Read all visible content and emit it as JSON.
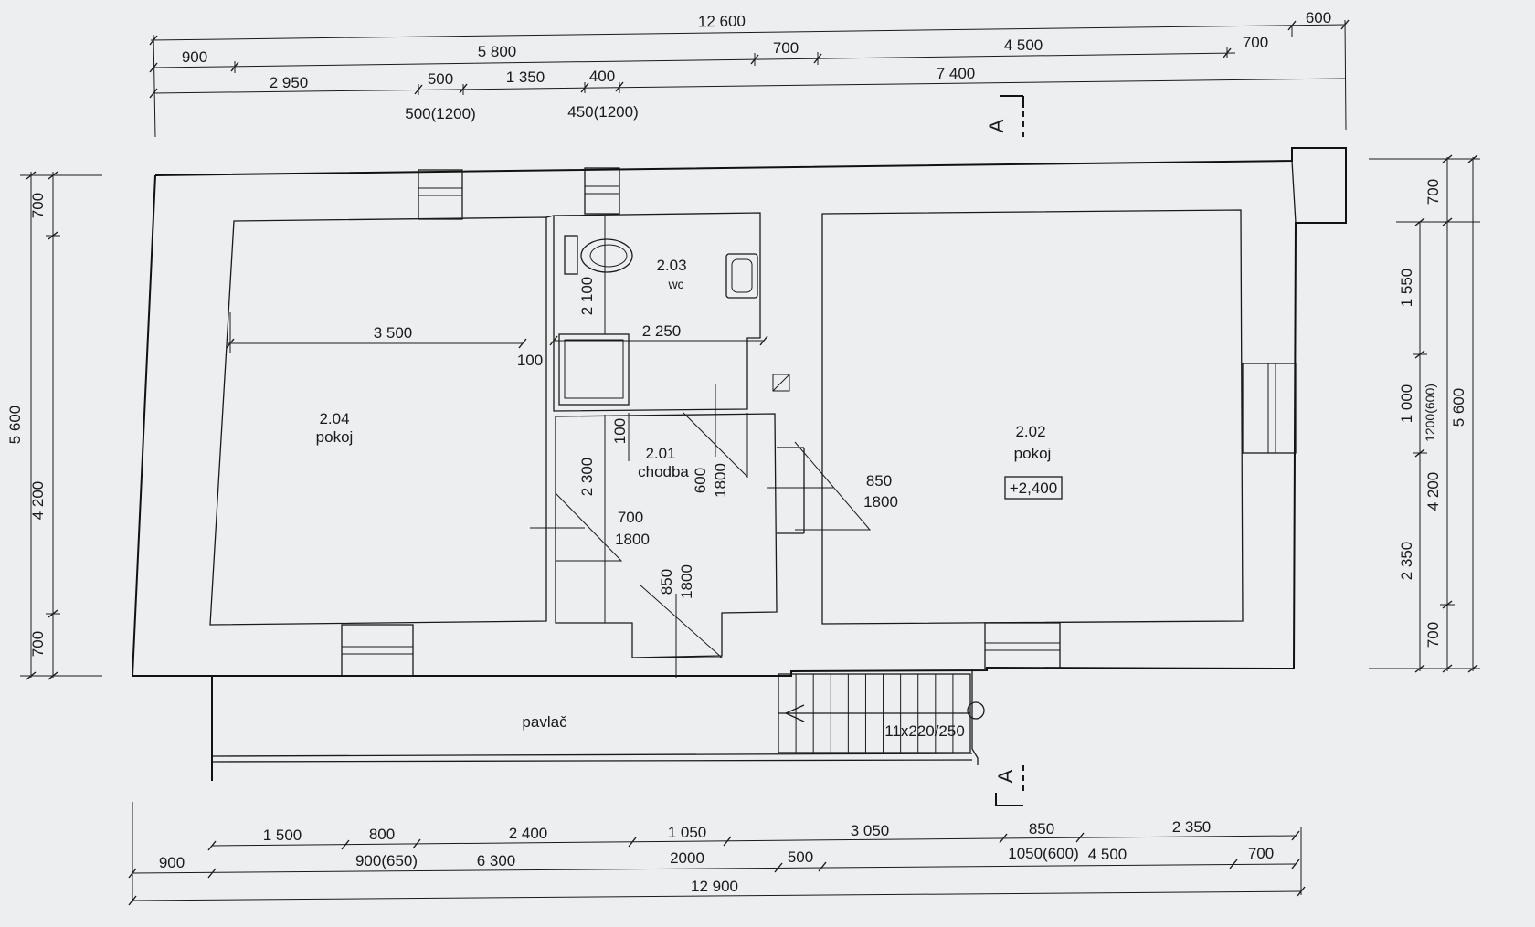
{
  "dims_top": {
    "overall": "12 600",
    "overhang": "600",
    "row1": [
      "900",
      "5 800",
      "700",
      "4 500",
      "700"
    ],
    "row2": [
      "2 950",
      "500",
      "1 350",
      "400",
      "7 400"
    ],
    "row2_sub": [
      "500(1200)",
      "450(1200)"
    ]
  },
  "dims_bottom": {
    "row1": [
      "1 500",
      "800",
      "2 400",
      "1 050",
      "3 050",
      "850",
      "2 350"
    ],
    "row1_sub": [
      "900(650)",
      "2000",
      "1050(600)"
    ],
    "row2": [
      "900",
      "6 300",
      "500",
      "4 500",
      "700"
    ],
    "overall": "12 900"
  },
  "dims_left": {
    "overall": "5 600",
    "parts": [
      "700",
      "4 200",
      "700"
    ]
  },
  "dims_right": {
    "overall": "5 600",
    "outer": [
      "700",
      "4 200",
      "700"
    ],
    "inner": [
      "1 550",
      "1 000",
      "2 350"
    ],
    "window_sub": "1200(600)"
  },
  "rooms": {
    "r204": {
      "number": "2.04",
      "name": "pokoj"
    },
    "r203": {
      "number": "2.03",
      "name": "wc"
    },
    "r201": {
      "number": "2.01",
      "name": "chodba"
    },
    "r202": {
      "number": "2.02",
      "name": "pokoj",
      "level": "+2,400"
    },
    "gallery": {
      "name": "pavlač"
    }
  },
  "inner_dims": {
    "r204_width": "3 500",
    "wc_width": "2 250",
    "wc_height": "2 100",
    "partition_a": "100",
    "partition_b": "100",
    "corridor_height": "2 300"
  },
  "doors": {
    "d1": {
      "w": "700",
      "h": "1800"
    },
    "d2": {
      "w": "850",
      "h": "1800"
    },
    "d3": {
      "w": "600",
      "h": "1800"
    },
    "d4": {
      "w": "850",
      "h": "1800"
    }
  },
  "stairs": {
    "label": "11x220/250"
  },
  "section_mark": "A"
}
